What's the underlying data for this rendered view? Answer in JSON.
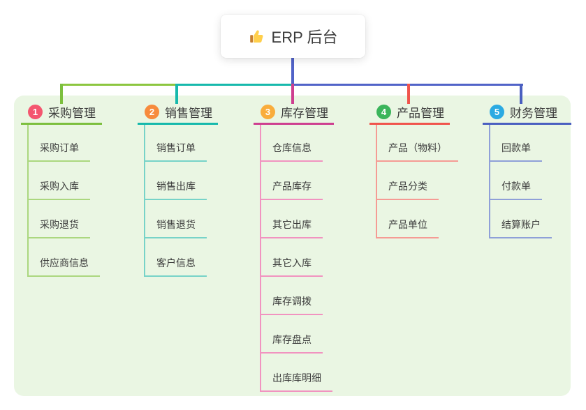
{
  "root": {
    "label": "ERP 后台",
    "icon": "thumbs-up-icon"
  },
  "branches": [
    {
      "num": "1",
      "label": "采购管理",
      "badge_color": "#F4566F",
      "main_color": "#7CBF3E",
      "light_color": "#ABD77F",
      "children": [
        "采购订单",
        "采购入库",
        "采购退货",
        "供应商信息"
      ]
    },
    {
      "num": "2",
      "label": "销售管理",
      "badge_color": "#F78B3D",
      "main_color": "#16B9AC",
      "light_color": "#77D3C8",
      "children": [
        "销售订单",
        "销售出库",
        "销售退货",
        "客户信息"
      ]
    },
    {
      "num": "3",
      "label": "库存管理",
      "badge_color": "#F9AD3C",
      "main_color": "#CE3F90",
      "light_color": "#F193C0",
      "children": [
        "仓库信息",
        "产品库存",
        "其它出库",
        "其它入库",
        "库存调拨",
        "库存盘点",
        "出库库明细"
      ]
    },
    {
      "num": "4",
      "label": "产品管理",
      "badge_color": "#3BB55B",
      "main_color": "#F0544C",
      "light_color": "#F59B94",
      "children": [
        "产品（物料）",
        "产品分类",
        "产品单位"
      ]
    },
    {
      "num": "5",
      "label": "财务管理",
      "badge_color": "#2BAAE2",
      "main_color": "#4A5FC0",
      "light_color": "#8FA0D8",
      "children": [
        "回款单",
        "付款单",
        "结算账户"
      ]
    }
  ],
  "connector": {
    "root_color": "#5163C8",
    "segment_colors": [
      "#8CC63F",
      "#16B9AC",
      "#5163C8"
    ]
  },
  "colors": {
    "panel_bg": "#EAF6E3",
    "text": "#3B3B3B",
    "thumb_yellow": "#FFCF4B",
    "thumb_cuff": "#C77F2E"
  }
}
